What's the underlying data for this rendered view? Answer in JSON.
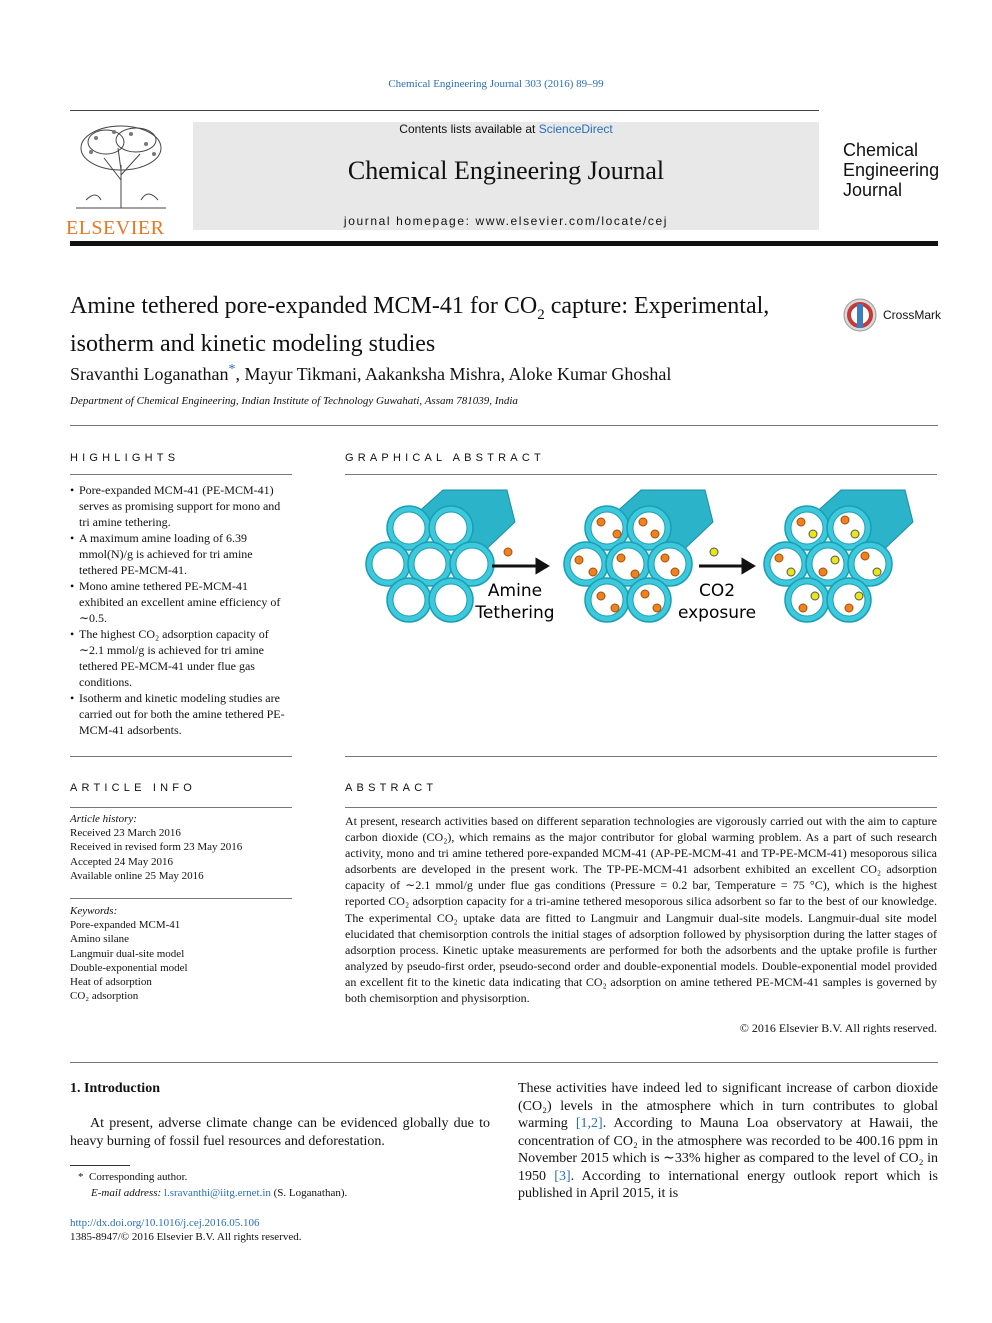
{
  "header": {
    "citation": "Chemical Engineering Journal 303 (2016) 89–99",
    "contents_prefix": "Contents lists available at ",
    "contents_link": "ScienceDirect",
    "journal_title": "Chemical Engineering Journal",
    "homepage_label": "journal homepage: ",
    "homepage_url": "www.elsevier.com/locate/cej",
    "publisher": "ELSEVIER",
    "logo_lines": [
      "Chemical",
      "Engineering",
      "Journal"
    ],
    "crossmark": "CrossMark"
  },
  "article": {
    "title_part1": "Amine tethered pore-expanded MCM-41 for CO",
    "title_sub": "2",
    "title_part2": " capture: Experimental,",
    "title_line2": "isotherm and kinetic modeling studies",
    "author1": "Sravanthi Loganathan",
    "author1_mark": "*",
    "other_authors": ", Mayur Tikmani, Aakanksha Mishra, Aloke Kumar Ghoshal",
    "affiliation": "Department of Chemical Engineering, Indian Institute of Technology Guwahati, Assam 781039, India"
  },
  "highlights": {
    "heading": "HIGHLIGHTS",
    "items": [
      "Pore-expanded MCM-41 (PE-MCM-41) serves as promising support for mono and tri amine tethering.",
      "A maximum amine loading of 6.39 mmol(N)/g is achieved for tri amine tethered PE-MCM-41.",
      "Mono amine tethered PE-MCM-41 exhibited an excellent amine efficiency of ∼0.5.",
      "The highest CO₂ adsorption capacity of ∼2.1 mmol/g is achieved for tri amine tethered PE-MCM-41 under flue gas conditions.",
      "Isotherm and kinetic modeling studies are carried out for both the amine tethered PE-MCM-41 adsorbents."
    ]
  },
  "graphical_abstract": {
    "heading": "GRAPHICAL ABSTRACT",
    "step1_line1": "Amine",
    "step1_line2": "Tethering",
    "step2_line1": "CO2",
    "step2_line2": "exposure",
    "colors": {
      "tube": "#3ec8dc",
      "tube_dark": "#1a9fb4",
      "amine": "#f0821e",
      "co2": "#e6e619"
    }
  },
  "article_info": {
    "heading": "ARTICLE INFO",
    "history_label": "Article history:",
    "history": [
      "Received 23 March 2016",
      "Received in revised form 23 May 2016",
      "Accepted 24 May 2016",
      "Available online 25 May 2016"
    ],
    "keywords_label": "Keywords:",
    "keywords": [
      "Pore-expanded MCM-41",
      "Amino silane",
      "Langmuir dual-site model",
      "Double-exponential model",
      "Heat of adsorption",
      "CO₂ adsorption"
    ]
  },
  "abstract": {
    "heading": "ABSTRACT",
    "text": "At present, research activities based on different separation technologies are vigorously carried out with the aim to capture carbon dioxide (CO₂), which remains as the major contributor for global warming problem. As a part of such research activity, mono and tri amine tethered pore-expanded MCM-41 (AP-PE-MCM-41 and TP-PE-MCM-41) mesoporous silica adsorbents are developed in the present work. The TP-PE-MCM-41 adsorbent exhibited an excellent CO₂ adsorption capacity of ∼2.1 mmol/g under flue gas conditions (Pressure = 0.2 bar, Temperature = 75 °C), which is the highest reported CO₂ adsorption capacity for a tri-amine tethered mesoporous silica adsorbent so far to the best of our knowledge. The experimental CO₂ uptake data are fitted to Langmuir and Langmuir dual-site models. Langmuir-dual site model elucidated that chemisorption controls the initial stages of adsorption followed by physisorption during the latter stages of adsorption process. Kinetic uptake measurements are performed for both the adsorbents and the uptake profile is further analyzed by pseudo-first order, pseudo-second order and double-exponential models. Double-exponential model provided an excellent fit to the kinetic data indicating that CO₂ adsorption on amine tethered PE-MCM-41 samples is governed by both chemisorption and physisorption.",
    "copyright": "© 2016 Elsevier B.V. All rights reserved."
  },
  "intro": {
    "heading": "1. Introduction",
    "left_text": "At present, adverse climate change can be evidenced globally due to heavy burning of fossil fuel resources and deforestation.",
    "right_a": "These activities have indeed led to significant increase of carbon dioxide (CO₂) levels in the atmosphere which in turn contributes to global warming ",
    "ref1": "[1,2]",
    "right_b": ". According to Mauna Loa observatory at Hawaii, the concentration of CO₂ in the atmosphere was recorded to be 400.16 ppm in November 2015 which is ∼33% higher as compared to the level of CO₂ in 1950 ",
    "ref2": "[3]",
    "right_c": ". According to international energy outlook report which is published in April 2015, it is"
  },
  "footnote": {
    "corresponding": "Corresponding author.",
    "email_label": "E-mail address: ",
    "email": "l.sravanthi@iitg.ernet.in",
    "email_owner": " (S. Loganathan).",
    "doi": "http://dx.doi.org/10.1016/j.cej.2016.05.106",
    "issn": "1385-8947/© 2016 Elsevier B.V. All rights reserved."
  }
}
